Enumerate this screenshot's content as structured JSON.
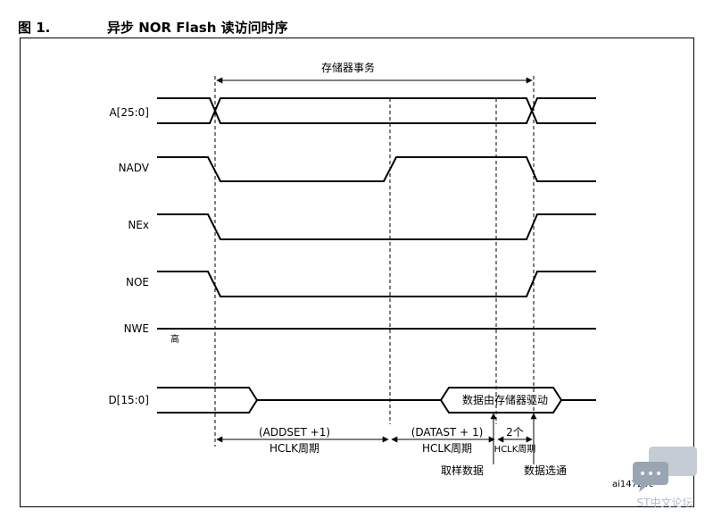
{
  "figure": {
    "number": "图 1.",
    "title": "异步 NOR Flash 读访问时序"
  },
  "signals": [
    "A[25:0]",
    "NADV",
    "NEx",
    "NOE",
    "NWE",
    "D[15:0]"
  ],
  "annotations": {
    "memory_transaction": "存储器事务",
    "nwe_high": "高",
    "data_driven": "数据由存储器驱动",
    "addset": "(ADDSET +1)",
    "datast": "(DATAST + 1)",
    "hclk_period": "HCLK周期",
    "two_count": "2个",
    "hclk_period_small": "HCLK周期",
    "sample_data": "取样数据",
    "data_strobe": "数据选通",
    "figure_code": "ai14724c"
  },
  "watermark": {
    "text": "ST中文论坛",
    "icon": "chat-bubble-icon",
    "color": "#b4bdc8"
  }
}
